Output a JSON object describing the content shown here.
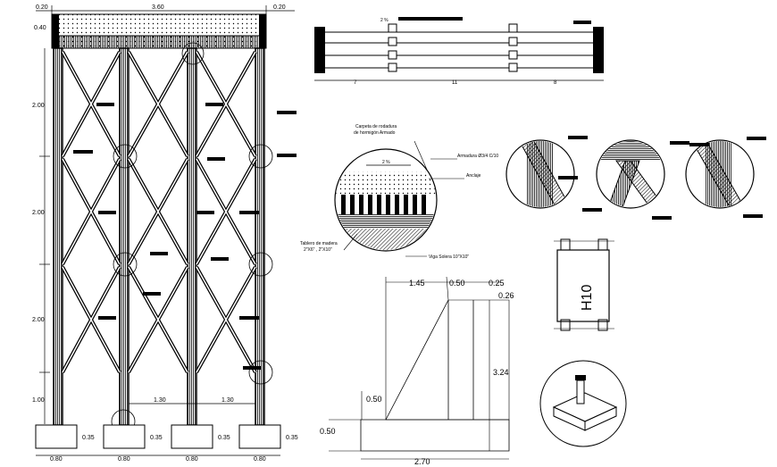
{
  "elevation": {
    "top_dims": {
      "left": "0.20",
      "span": "3.60",
      "right": "0.20"
    },
    "deck_dim": "0.40",
    "level_dims": [
      "2.00",
      "2.00",
      "2.00",
      "1.00"
    ],
    "bay_dims": [
      "1.30",
      "1.30"
    ],
    "footing_heights": [
      "0.35",
      "0.35",
      "0.35",
      "0.35"
    ],
    "footing_widths": [
      "0.80",
      "0.80",
      "0.80",
      "0.80"
    ]
  },
  "plan": {
    "dims": [
      "7",
      "11",
      "8"
    ],
    "slope": "2 %"
  },
  "deck_detail": {
    "title_line1": "Carpeta de rodadura",
    "title_line2": "de hormigón Armado",
    "rebar": "Armadura Ø3/4  C/10",
    "anchor": "Anclaje",
    "slope": "2 %",
    "board_line1": "Tablero de madera",
    "board_line2": "2\"X6\" , 2\"X10\"",
    "beam": "Viga Solera 10\"X10\""
  },
  "wall_section": {
    "dim_145": "1.45",
    "dim_050_top": "0.50",
    "dim_025": "0.25",
    "dim_026": "0.26",
    "dim_324": "3.24",
    "dim_050_mid": "0.50",
    "dim_050_base": "0.50",
    "dim_270": "2.70"
  },
  "post_section": {
    "label": "H10"
  }
}
